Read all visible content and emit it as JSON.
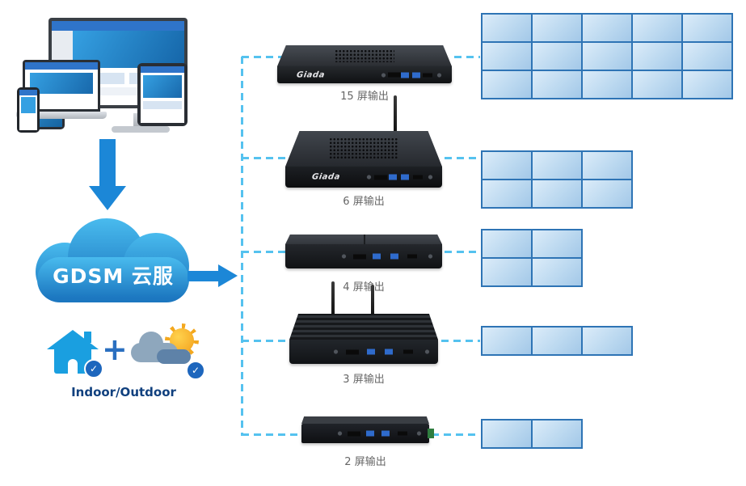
{
  "cloud": {
    "label": "GDSM 云服"
  },
  "environment": {
    "label": "Indoor/Outdoor"
  },
  "brand": "Giada",
  "icons": {
    "check": "✓",
    "plus": "+"
  },
  "devices": [
    {
      "label": "15 屏输出",
      "grid": {
        "cols": 5,
        "rows": 3
      }
    },
    {
      "label": "6 屏输出",
      "grid": {
        "cols": 3,
        "rows": 2
      }
    },
    {
      "label": "4 屏输出",
      "grid": {
        "cols": 2,
        "rows": 2
      }
    },
    {
      "label": "3 屏输出",
      "grid": {
        "cols": 3,
        "rows": 1
      }
    },
    {
      "label": "2 屏输出",
      "grid": {
        "cols": 2,
        "rows": 1
      }
    }
  ],
  "colors": {
    "dash_line": "#55c2ef",
    "arrow": "#1c87d7",
    "grid_border": "#2e74b5",
    "grid_cell": "#bcd9f0",
    "house": "#1a9fe0",
    "check_badge": "#1d66bd"
  }
}
